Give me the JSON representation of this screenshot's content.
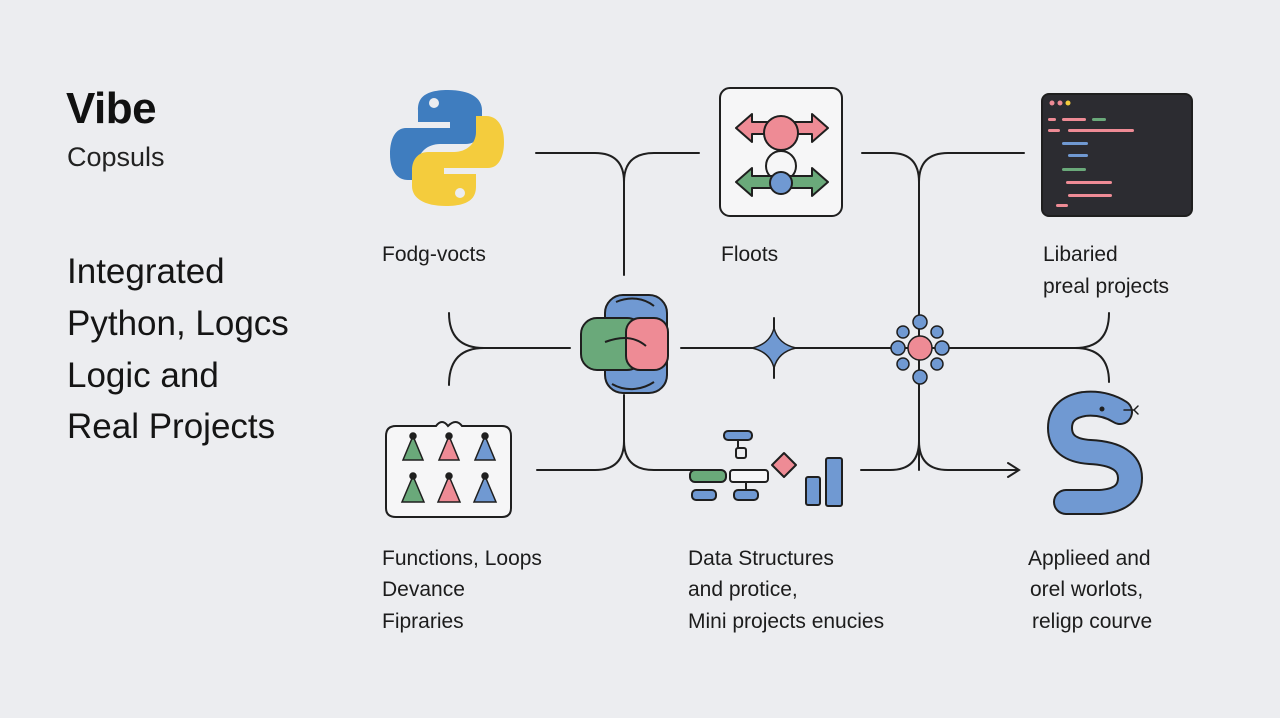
{
  "brand": {
    "title": "Vibe",
    "subtitle": "Copsuls"
  },
  "headline": {
    "lines": [
      "Integrated",
      "Python, Logcs",
      "Logic and",
      "Real Projects"
    ]
  },
  "nodes": {
    "python_logo_label": "Fodg-vocts",
    "flow_card_label": "Floots",
    "code_window_label_1": "Libaried",
    "code_window_label_2": "preal projects"
  },
  "bottom": {
    "left_lines": [
      "Functions,  Loops",
      "Devance",
      "Fipraries"
    ],
    "middle_lines": [
      "Data Structures",
      "and protice,",
      "Mini projects enucies"
    ],
    "right_lines": [
      "Applieed and",
      "orel worlots,",
      "religp courve"
    ]
  },
  "colors": {
    "python_blue": "#3f7dbf",
    "python_yellow": "#f4cc3d",
    "green": "#6aa97a",
    "pink": "#ee8b95",
    "blue": "#7099d2",
    "stroke": "#1f1f1f",
    "code_bg": "#2c2c31"
  },
  "icons": [
    "python-logo-icon",
    "flow-arrows-icon",
    "code-editor-icon",
    "interlocked-python-icon",
    "star-node-icon",
    "hub-node-icon",
    "cones-icon",
    "data-blocks-icon",
    "snake-icon"
  ]
}
